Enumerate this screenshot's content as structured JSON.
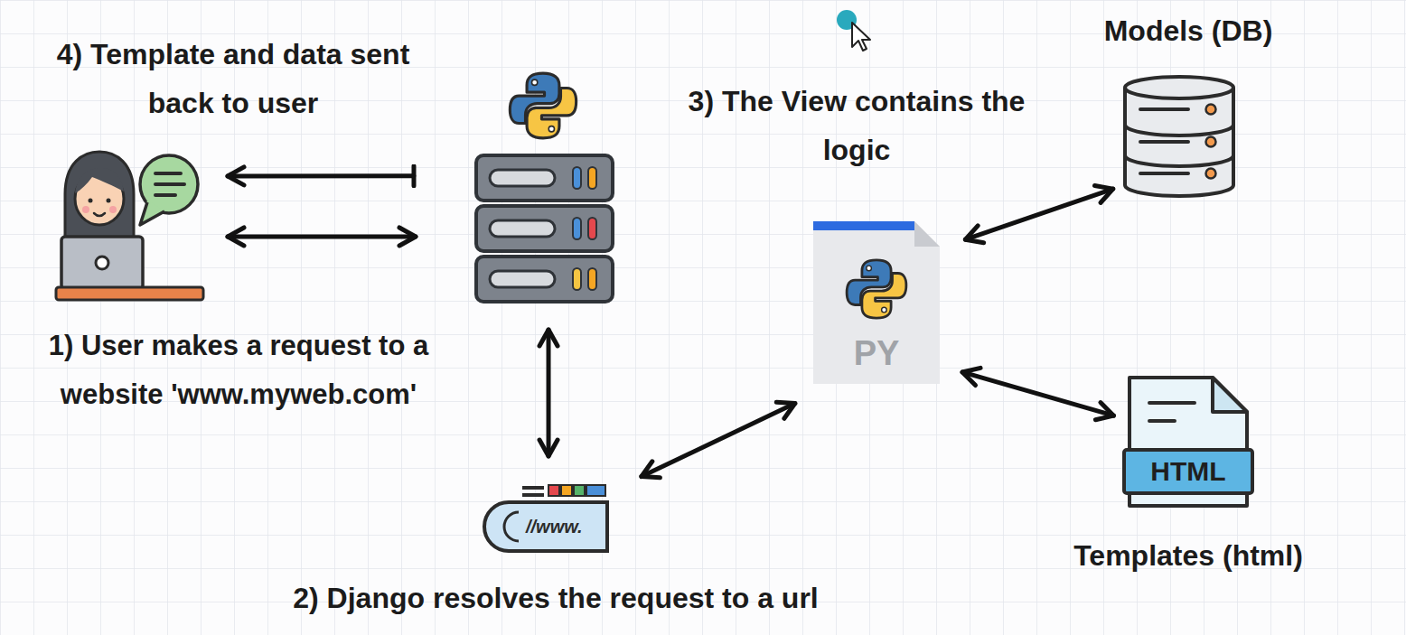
{
  "diagram": {
    "nodes": [
      {
        "text": [
          "1) User makes a request to a website 'www.myweb.com'"
        ]
      },
      {
        "text": []
      },
      {
        "text": [
          "//www.",
          "2) Django resolves the request to a url"
        ]
      },
      {
        "text": [
          "3) The View contains the logic",
          "PY"
        ]
      },
      {
        "text": [
          "Models (DB)"
        ]
      },
      {
        "text": [
          "HTML",
          "Templates (html)"
        ]
      }
    ],
    "edges": [
      {
        "from": 1,
        "to": 0,
        "arrow": "to"
      },
      {
        "from": 0,
        "to": 1,
        "arrow": "both"
      },
      {
        "from": 1,
        "to": 2,
        "arrow": "both"
      },
      {
        "from": 2,
        "to": 3,
        "arrow": "both"
      },
      {
        "from": 3,
        "to": 4,
        "arrow": "both"
      },
      {
        "from": 3,
        "to": 5,
        "arrow": "both"
      }
    ],
    "labels": [
      "4) Template and data sent back to user"
    ]
  }
}
